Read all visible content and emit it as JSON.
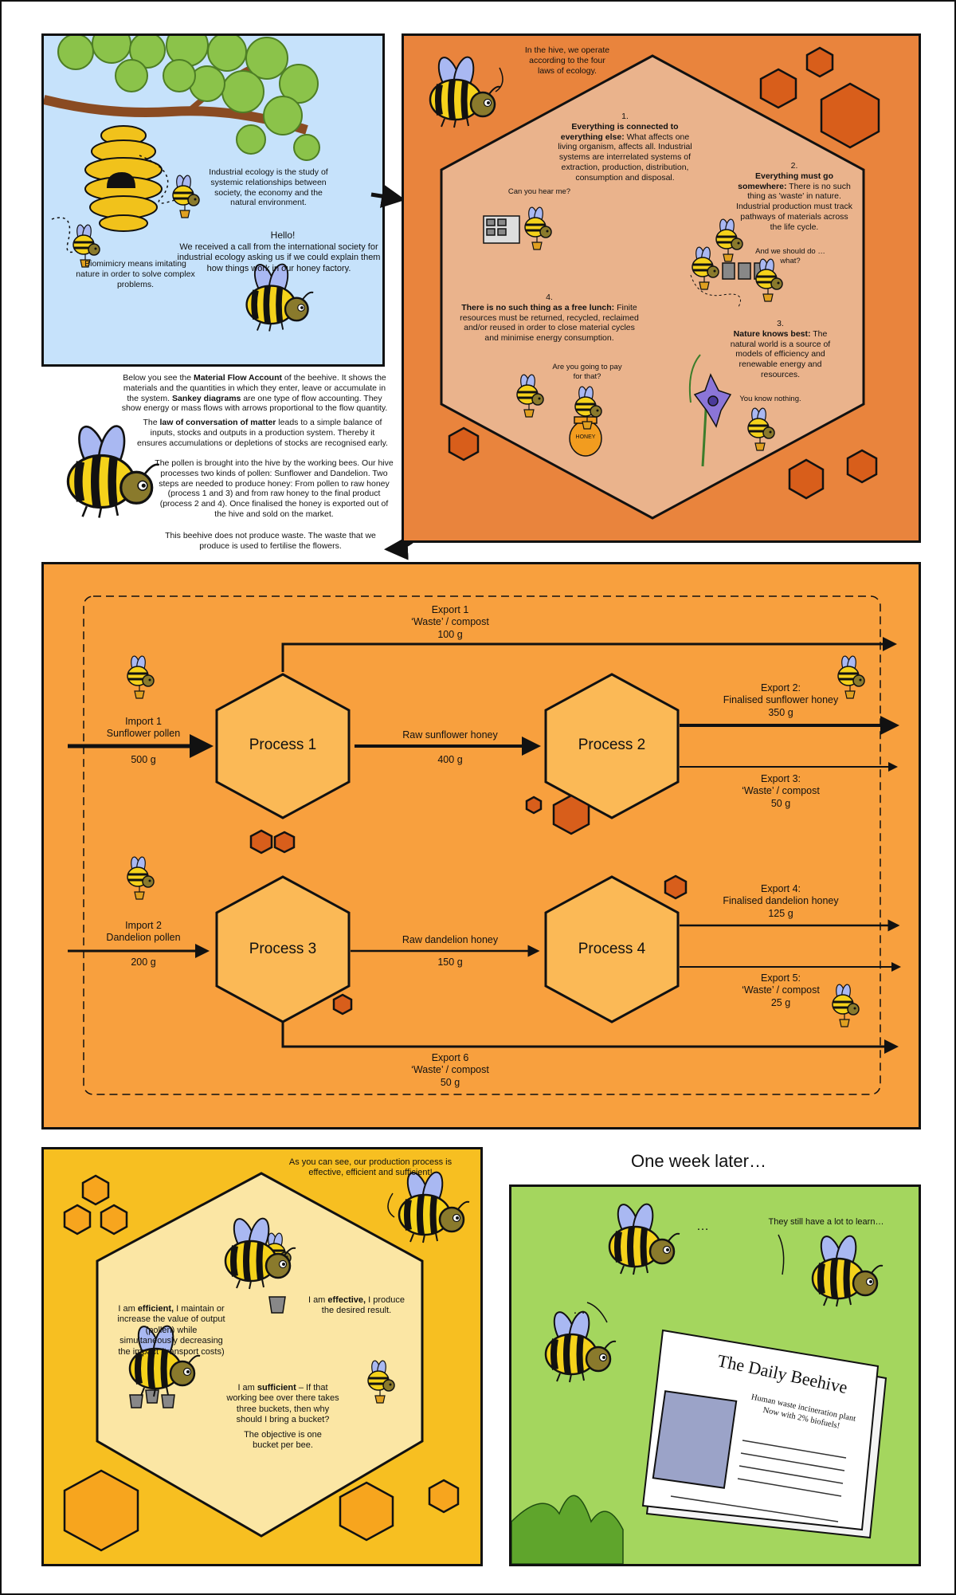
{
  "panel1": {
    "industrial_ecology": "Industrial ecology is the study of systemic relationships between society, the economy and the natural environment.",
    "hello": "Hello!",
    "call": "We received a call from the international society for industrial ecology asking us if we could explain them how things work in our honey factory.",
    "biomimicry": "Biomimicry means imitating nature in order to solve complex problems."
  },
  "panel2": {
    "intro": "In the hive, we operate according to the four laws of ecology.",
    "law1": {
      "number": "1.",
      "title": "Everything is connected to everything else:",
      "body": " What affects one living organism, affects all. Industrial systems are interrelated systems of extraction, production, distribution, consumption and disposal."
    },
    "law2": {
      "number": "2.",
      "title": "Everything must go somewhere:",
      "body": " There is no such thing as 'waste' in nature. Industrial production must track pathways of materials across the life cycle."
    },
    "law3": {
      "number": "3.",
      "title": "Nature knows best:",
      "body": " The natural world is a source of models of efficiency and renewable energy and resources."
    },
    "law4": {
      "number": "4.",
      "title": "There is no such thing as a free lunch:",
      "body": " Finite resources must be returned, recycled, reclaimed and/or reused in order to close material cycles and minimise energy consumption."
    },
    "bubble_hear": "Can you hear me?",
    "bubble_what": "And we should do … what?",
    "bubble_pay": "Are you going to pay for that?",
    "bubble_know": "You know nothing.",
    "jar_label": "HONEY"
  },
  "intro_text": {
    "p1_a": "Below you see the ",
    "p1_b": "Material Flow Account",
    "p1_c": " of the beehive. It shows the materials and the quantities in which they enter, leave or accumulate in the system. ",
    "p1_d": "Sankey diagrams",
    "p1_e": " are one type of flow accounting. They show energy or mass flows with arrows proportional to the flow quantity.",
    "p2_a": "The ",
    "p2_b": "law of conversation of matter",
    "p2_c": " leads to a simple balance of inputs, stocks and outputs in a production system. Thereby it ensures accumulations or depletions of stocks are recognised early.",
    "p3": "The pollen is brought into the hive by the working bees. Our hive processes two kinds of pollen: Sunflower and Dandelion. Two steps are needed to produce honey: From pollen to raw honey (process 1 and 3) and from raw honey to the final product (process 2 and 4). Once finalised the honey is exported out of the hive and sold on the market.",
    "p4": "This beehive does not produce waste. The waste that we produce is used to fertilise the flowers."
  },
  "flow": {
    "processes": [
      "Process 1",
      "Process 2",
      "Process 3",
      "Process 4"
    ],
    "import1": {
      "label": "Import 1",
      "name": "Sunflower pollen",
      "qty": "500 g"
    },
    "import2": {
      "label": "Import 2",
      "name": "Dandelion pollen",
      "qty": "200 g"
    },
    "raw_sunflower": {
      "name": "Raw  sunflower honey",
      "qty": "400 g"
    },
    "raw_dandelion": {
      "name": "Raw  dandelion honey",
      "qty": "150 g"
    },
    "export1": {
      "label": "Export 1",
      "name": "‘Waste’ / compost",
      "qty": "100 g"
    },
    "export2": {
      "label": "Export 2:",
      "name": "Finalised sunflower honey",
      "qty": "350 g"
    },
    "export3": {
      "label": "Export 3:",
      "name": "‘Waste’ / compost",
      "qty": "50 g"
    },
    "export4": {
      "label": "Export 4:",
      "name": "Finalised dandelion honey",
      "qty": "125 g"
    },
    "export5": {
      "label": "Export 5:",
      "name": "‘Waste’ / compost",
      "qty": "25 g"
    },
    "export6": {
      "label": "Export 6",
      "name": "‘Waste’ / compost",
      "qty": "50 g"
    }
  },
  "panel4": {
    "header": "As you can see, our production process is effective, efficient and sufficient!",
    "effective_a": "I am ",
    "effective_b": "effective,",
    "effective_c": " I produce the desired result.",
    "efficient_a": "I am ",
    "efficient_b": "efficient,",
    "efficient_c": " I maintain or increase the value of output (pollen) while simultaneously decreasing the impact (transport costs)",
    "sufficient_a": "I am ",
    "sufficient_b": "sufficient",
    "sufficient_c": " – If that working bee over there takes three buckets, then why should I bring a bucket?",
    "objective": "The objective is one bucket per bee."
  },
  "panel5": {
    "title": "One week later…",
    "bubble_learn": "They still have a lot to learn…",
    "dots1": "…",
    "dots2": "…",
    "newspaper_title": "The Daily Beehive",
    "headline": "Human waste incineration plant Now with 2% biofuels!"
  },
  "colors": {
    "sky": "#c6e2fb",
    "orange_panel": "#e9843d",
    "orange_flow": "#f8a03e",
    "yellow_panel": "#f7bf21",
    "green_panel": "#a4d65e",
    "hex_fill": "#fbb956",
    "dark_orange_hex": "#d85e1b"
  }
}
